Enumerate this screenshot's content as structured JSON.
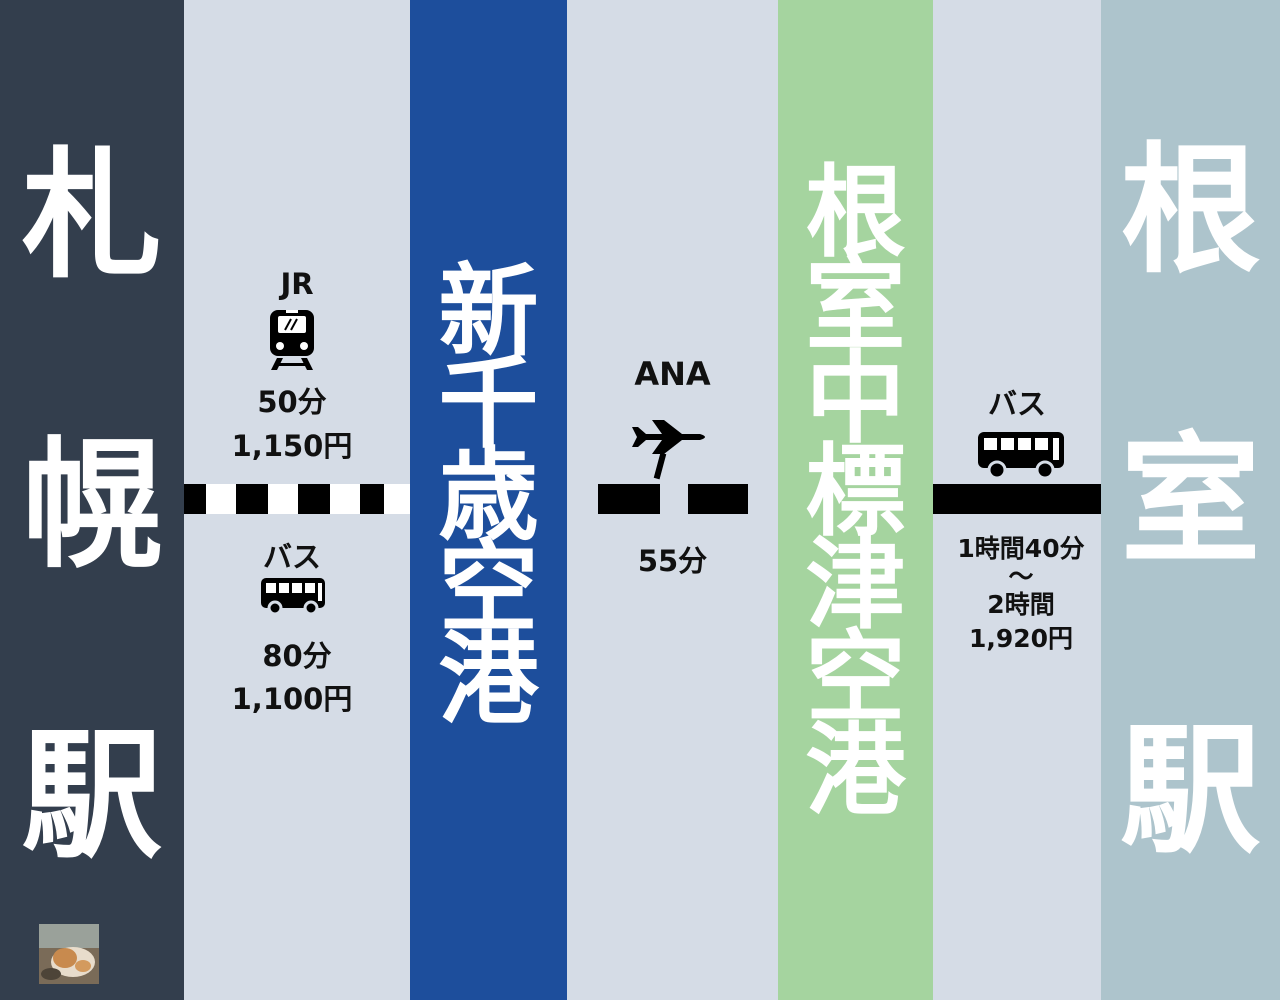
{
  "colors": {
    "sapporo_bg": "#333e4d",
    "shinchitose_bg": "#1d4e9c",
    "nakashibetsu_bg": "#a5d49f",
    "nemuro_bg": "#adc4cc",
    "gap_bg": "#d5dce6",
    "track_black": "#000000",
    "station_text": "#ffffff"
  },
  "stations": {
    "sapporo": {
      "chars": [
        "札",
        "幌",
        "駅"
      ]
    },
    "shinchitose": {
      "chars": [
        "新",
        "千",
        "歳",
        "空",
        "港"
      ]
    },
    "nakashibetsu": {
      "chars": [
        "根",
        "室",
        "中",
        "標",
        "津",
        "空",
        "港"
      ]
    },
    "nemuro": {
      "chars": [
        "根",
        "室",
        "駅"
      ]
    }
  },
  "segments": {
    "sapporo_shinchitose": {
      "jr_label": "JR",
      "jr_icon": "train-icon",
      "jr_time": "50分",
      "jr_fare": "1,150円",
      "bus_label": "バス",
      "bus_icon": "bus-icon",
      "bus_time": "80分",
      "bus_fare": "1,100円"
    },
    "shinchitose_nakashibetsu": {
      "carrier": "ANA",
      "icon": "airplane-icon",
      "time": "55分"
    },
    "nakashibetsu_nemuro": {
      "label": "バス",
      "icon": "bus-icon",
      "time_line1": "1時間40分",
      "time_line2": "〜",
      "time_line3": "2時間",
      "fare": "1,920円"
    }
  }
}
